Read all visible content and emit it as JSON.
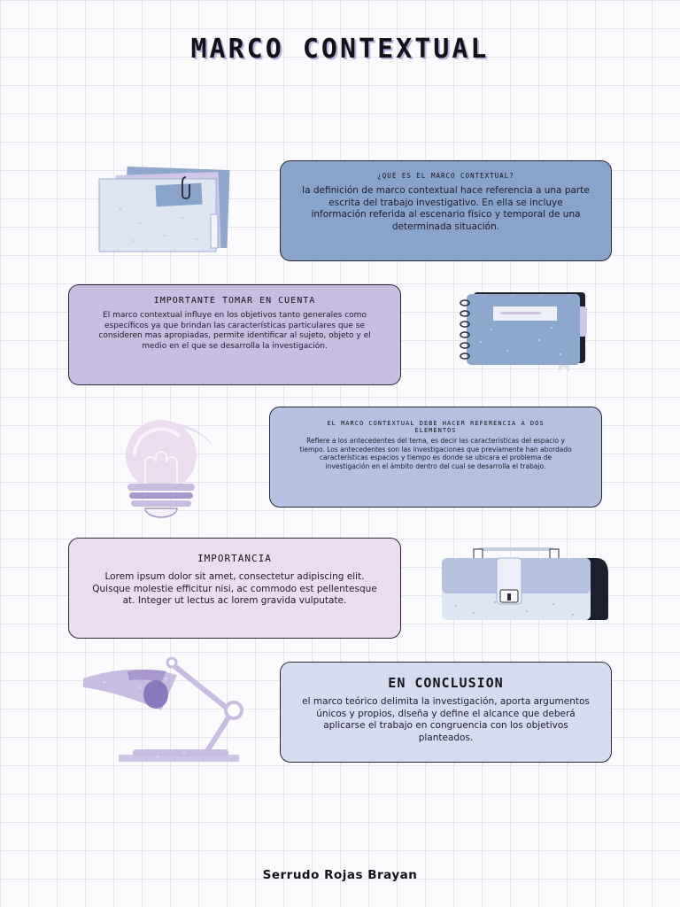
{
  "title": "MARCO CONTEXTUAL",
  "cards": [
    {
      "heading": "¿QUE ES EL MARCO CONTEXTUAL?",
      "body": "la definición de marco contextual hace referencia a una parte escrita del trabajo investigativo. En ella se incluye información referida al escenario físico y temporal de una determinada situación.",
      "color": "#8aa3cb"
    },
    {
      "heading": "IMPORTANTE TOMAR EN CUENTA",
      "body": "El marco contextual influye en los objetivos tanto generales como específicos ya que brindan las características particulares que se consideren mas apropiadas, permite identificar al sujeto, objeto  y el medio en el que se desarrolla la investigación.",
      "color": "#c8bce0"
    },
    {
      "heading": "EL MARCO CONTEXTUAL DEBE HACER REFERENCIA A DOS ELEMENTOS",
      "body": "Refiere a los antecedentes del tema, es decir las características del espacio y tiempo. Los antecedentes son las investigaciones que previamente han abordado  características espacios y tiempo es donde se ubicara el problema de investigación en el ámbito dentro del cual se desarrolla el trabajo.",
      "color": "#b4c2df"
    },
    {
      "heading": "IMPORTANCIA",
      "body": "Lorem ipsum dolor sit amet, consectetur adipiscing elit. Quisque molestie efficitur nisi, ac commodo est pellentesque at. Integer ut lectus ac lorem gravida vulputate.",
      "color": "#ecdcf0"
    },
    {
      "heading": "EN CONCLUSION",
      "body": "el marco teórico delimita la investigación, aporta argumentos únicos y propios, diseña y define el alcance que deberá aplicarse el trabajo en congruencia con los objetivos planteados.",
      "color": "#d6dcef"
    }
  ],
  "illustrations": [
    "documents-icon",
    "notebook-icon",
    "lightbulb-icon",
    "briefcase-icon",
    "desk-lamp-icon"
  ],
  "footer": "Serrudo Rojas Brayan"
}
